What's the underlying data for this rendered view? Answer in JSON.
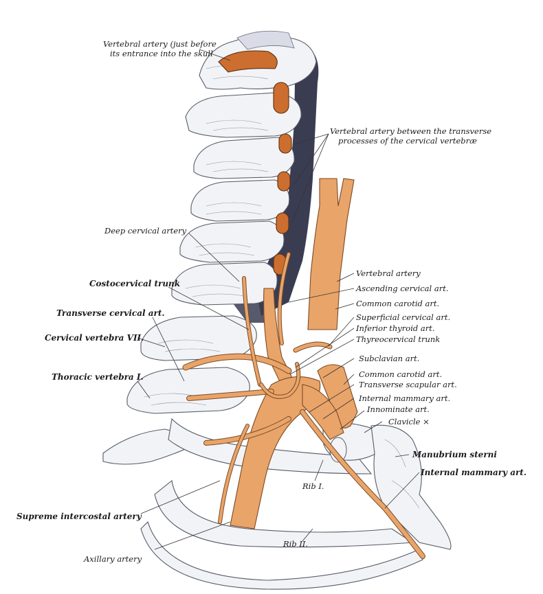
{
  "labels": {
    "vertebral_artery_skull_1": "Vertebral artery (just before",
    "vertebral_artery_skull_2": "its entrance into the skull",
    "vertebral_between_1": "Vertebral artery between the transverse",
    "vertebral_between_2": "processes of the cervical vertebræ",
    "deep_cervical": "Deep cervical artery",
    "costocervical": "Costocervical trunk",
    "transverse_cervical": "Transverse cervical art.",
    "cervical_vertebra_vii": "Cervical vertebra VII.",
    "thoracic_vertebra_i": "Thoracic vertebra I.",
    "vertebral_artery": "Vertebral artery",
    "ascending_cervical": "Ascending cervical art.",
    "common_carotid_1": "Common carotid art.",
    "superficial_cervical": "Superficial cervical art.",
    "inferior_thyroid": "Inferior thyroid art.",
    "thyreocervical": "Thyreocervical trunk",
    "subclavian": "Subclavian art.",
    "common_carotid_2": "Common carotid art.",
    "transverse_scapular": "Transverse scapular art.",
    "internal_mammary_1": "Internal mammary art.",
    "innominate": "Innominate art.",
    "clavicle": "Clavicle ×",
    "manubrium": "Manubrium sterni",
    "internal_mammary_2": "Internal mammary art.",
    "rib_i": "Rib I.",
    "rib_ii": "Rib II.",
    "supreme_intercostal": "Supreme intercostal artery",
    "axillary": "Axillary artery"
  },
  "colors": {
    "artery": "#e9a46a",
    "artery_dark": "#cc6e2f",
    "bone": "#f2f3f7",
    "shadow": "#3a3d52"
  }
}
